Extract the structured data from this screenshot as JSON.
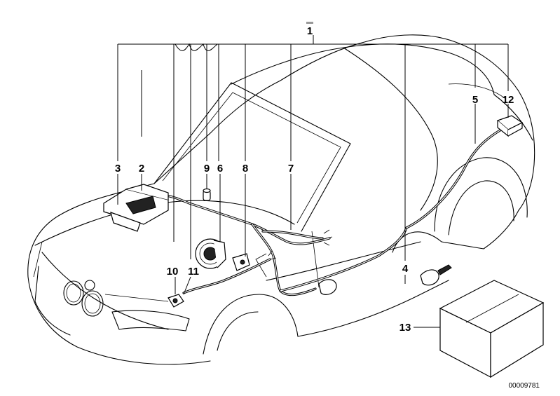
{
  "callouts": {
    "c1": "1",
    "c2": "2",
    "c3": "3",
    "c4": "4",
    "c5": "5",
    "c6": "6",
    "c7": "7",
    "c8": "8",
    "c9": "9",
    "c10": "10",
    "c11": "11",
    "c12": "12",
    "c13": "13"
  },
  "document_number": "00009781"
}
